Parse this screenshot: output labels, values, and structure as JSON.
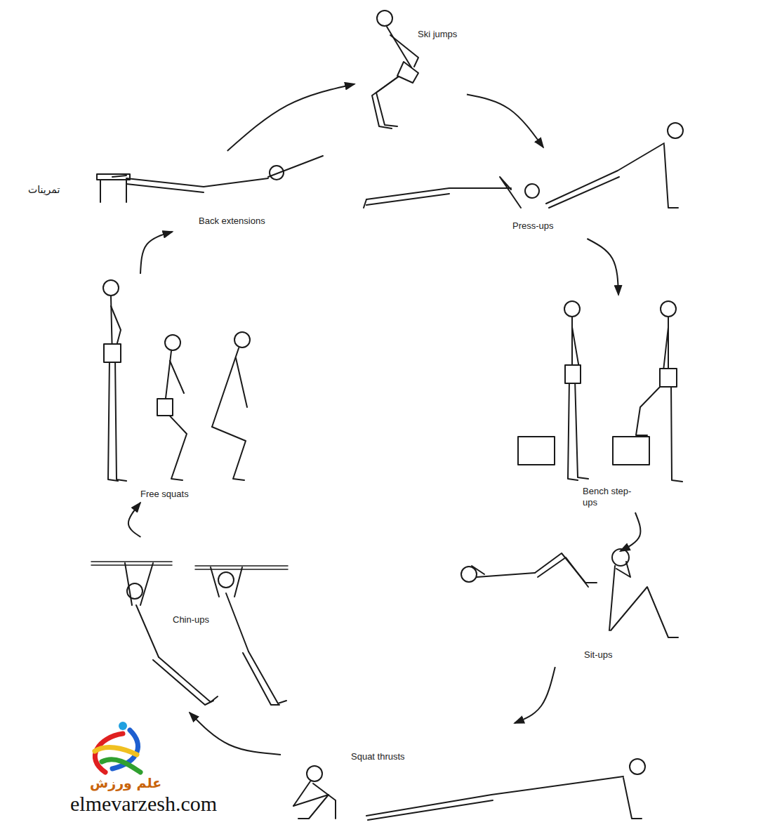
{
  "diagram": {
    "nodes": [
      {
        "text": [
          "Ski jumps"
        ]
      },
      {
        "text": [
          "Press-ups"
        ]
      },
      {
        "text": [
          "Bench step-ups"
        ]
      },
      {
        "text": [
          "Sit-ups"
        ]
      },
      {
        "text": [
          "Squat thrusts"
        ]
      },
      {
        "text": [
          "Chin-ups"
        ]
      },
      {
        "text": [
          "Free squats"
        ]
      },
      {
        "text": [
          "Back extensions"
        ]
      }
    ],
    "edges": [
      {
        "from": 0,
        "to": 1,
        "arrow": "to"
      },
      {
        "from": 1,
        "to": 2,
        "arrow": "to"
      },
      {
        "from": 2,
        "to": 3,
        "arrow": "to"
      },
      {
        "from": 3,
        "to": 4,
        "arrow": "to"
      },
      {
        "from": 4,
        "to": 5,
        "arrow": "to"
      },
      {
        "from": 5,
        "to": 6,
        "arrow": "to"
      },
      {
        "from": 6,
        "to": 7,
        "arrow": "to"
      },
      {
        "from": 7,
        "to": 0,
        "arrow": "to"
      }
    ],
    "labels": [
      "تمرينات",
      "علم ورزش",
      "elmevarzesh.com"
    ]
  }
}
